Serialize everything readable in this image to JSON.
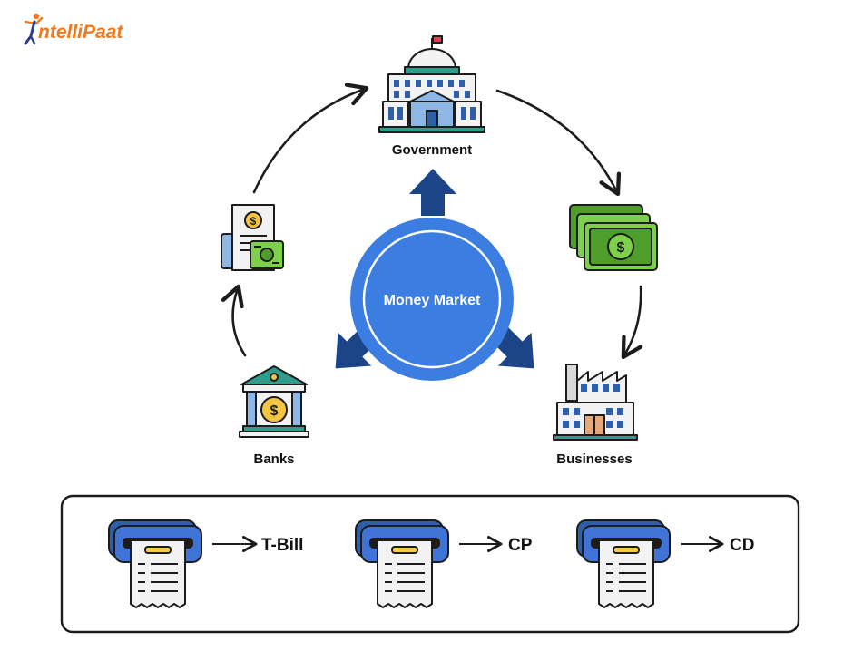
{
  "brand": {
    "logo_text": "ntelliPaat",
    "primary_color": "#f07a1e",
    "secondary_color": "#2b3b8f"
  },
  "center": {
    "label": "Money Market",
    "fill_color": "#3b7de0",
    "arrow_color": "#1b4587"
  },
  "nodes": {
    "government": {
      "label": "Government",
      "icon": "government-building-icon"
    },
    "money": {
      "label": "",
      "icon": "cash-bills-icon"
    },
    "businesses": {
      "label": "Businesses",
      "icon": "factory-icon"
    },
    "banks": {
      "label": "Banks",
      "icon": "bank-icon"
    },
    "invoice": {
      "label": "",
      "icon": "invoice-cash-icon"
    }
  },
  "instruments": [
    {
      "label": "T-Bill",
      "icon": "receipt-printer-icon"
    },
    {
      "label": "CP",
      "icon": "receipt-printer-icon"
    },
    {
      "label": "CD",
      "icon": "receipt-printer-icon"
    }
  ],
  "colors": {
    "stroke": "#1c1c1c",
    "money_green": "#7ed04b",
    "money_dark": "#4f9e2b",
    "gold": "#f4c542",
    "building_blue": "#8fb7e6",
    "roof_teal": "#2f9c8c",
    "printer_blue": "#3f74d6",
    "paper": "#f2f2f2",
    "slot_yellow": "#f5cd48"
  }
}
